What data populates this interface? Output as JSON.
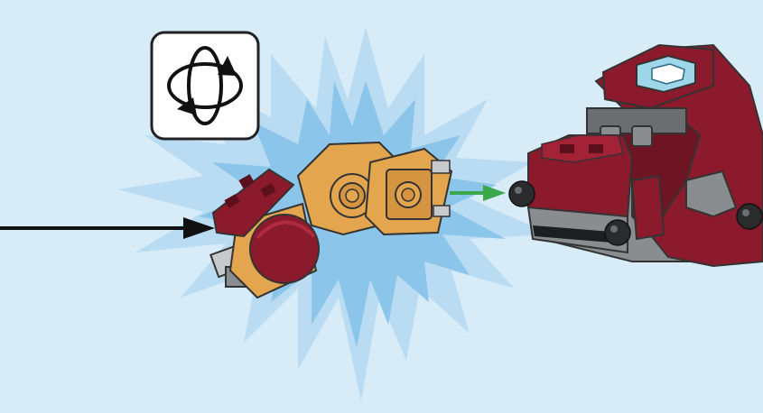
{
  "background_color": "#d8ecf8",
  "colors": {
    "burst_light": "#b9dcf3",
    "burst_dark": "#7fbde6",
    "gold_brick": "#e3a64f",
    "gold_brick_dark": "#b8792b",
    "dark_red_brick": "#8b1a2c",
    "dark_red_brick_dark": "#5c0f1d",
    "gray_brick": "#8a8d90",
    "light_gray_brick": "#c7c9cb",
    "black_ball": "#2a2b2d",
    "trans_light_blue": "#9fd6ea",
    "arrow_black": "#111111",
    "arrow_green": "#3aa84b"
  },
  "icons": {
    "rotate_model": "rotate-model-icon",
    "assembly_arrow": "insert-arrow-icon",
    "attach_arrow": "attach-arrow-icon"
  },
  "callout": {
    "style": "starburst-highlight",
    "subassembly": "gold-hinge-with-dark-red-round-tile"
  },
  "main_model": {
    "description_icon": "dark-red-armor-suit-shoulder-assembly"
  }
}
